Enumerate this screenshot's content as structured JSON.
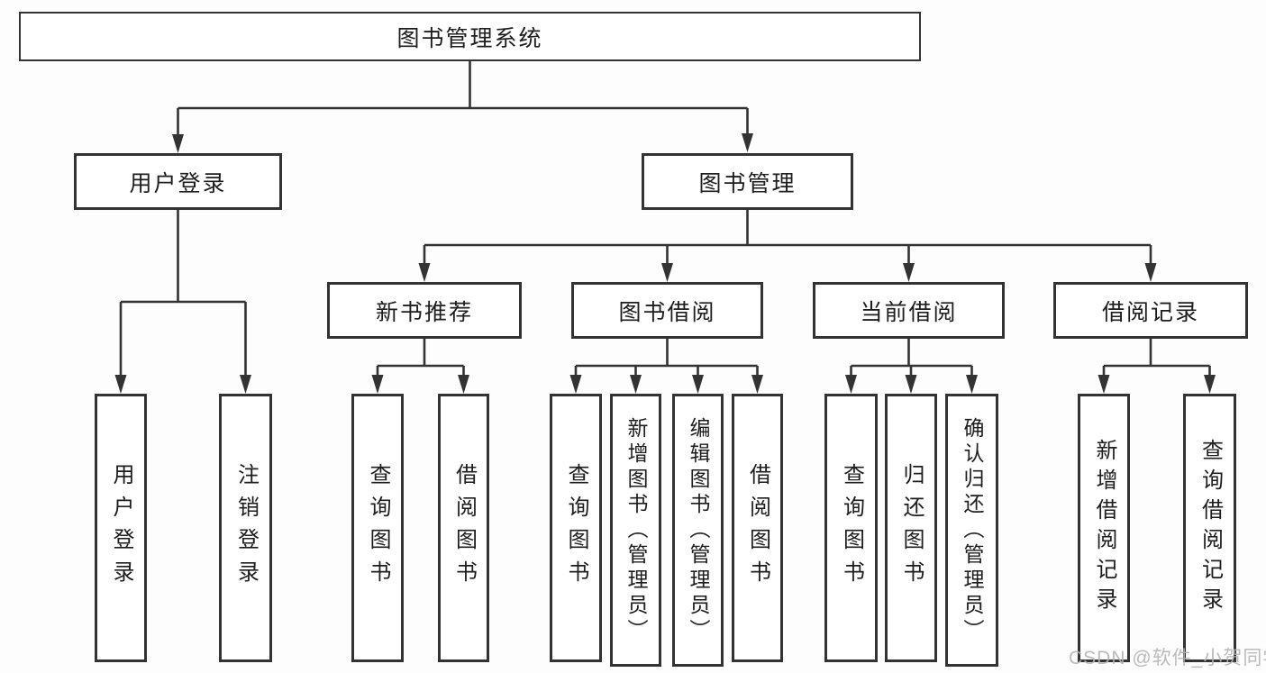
{
  "diagram": {
    "type": "hierarchy-tree",
    "watermark": "CSDN @软件_小贺同学",
    "colors": {
      "line": "#333333",
      "text": "#1d1d1d",
      "box_fill": "#ffffff",
      "background": "#fdfdfd",
      "watermark": "#b3b3b3"
    },
    "tree": {
      "label": "图书管理系统",
      "children": [
        {
          "label": "用户登录",
          "children": [
            {
              "label": "用户登录"
            },
            {
              "label": "注销登录"
            }
          ]
        },
        {
          "label": "图书管理",
          "children": [
            {
              "label": "新书推荐",
              "children": [
                {
                  "label": "查询图书"
                },
                {
                  "label": "借阅图书"
                }
              ]
            },
            {
              "label": "图书借阅",
              "children": [
                {
                  "label": "查询图书"
                },
                {
                  "label": "新增图书（管理员）"
                },
                {
                  "label": "编辑图书（管理员）"
                },
                {
                  "label": "借阅图书"
                }
              ]
            },
            {
              "label": "当前借阅",
              "children": [
                {
                  "label": "查询图书"
                },
                {
                  "label": "归还图书"
                },
                {
                  "label": "确认归还（管理员）"
                }
              ]
            },
            {
              "label": "借阅记录",
              "children": [
                {
                  "label": "新增借阅记录"
                },
                {
                  "label": "查询借阅记录"
                }
              ]
            }
          ]
        }
      ]
    }
  }
}
